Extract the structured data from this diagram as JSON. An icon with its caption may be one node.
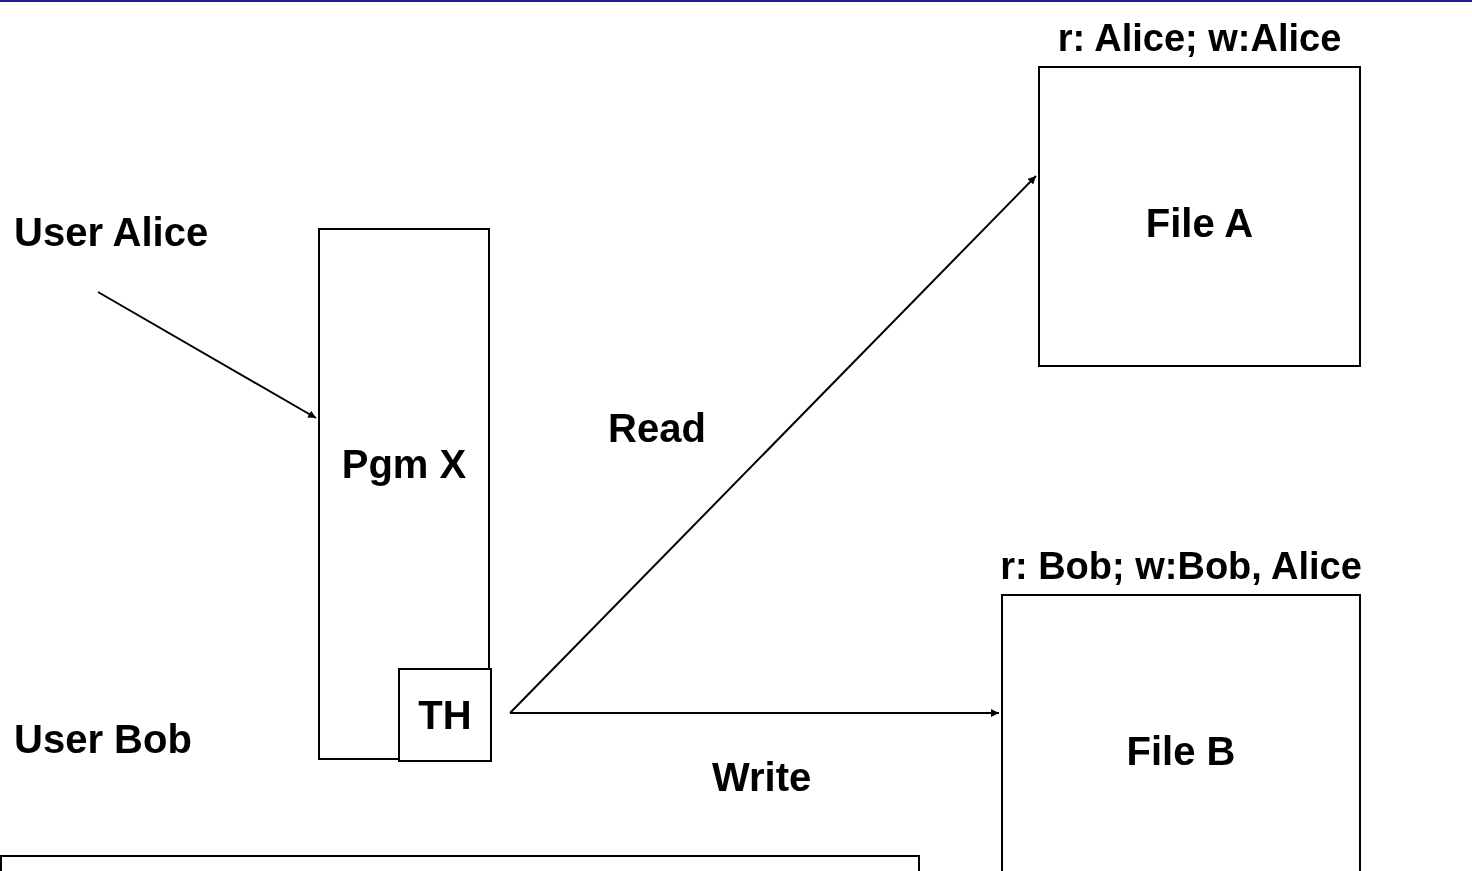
{
  "diagram": {
    "nodes": [
      {
        "text": [
          "User Alice"
        ]
      },
      {
        "text": [
          "User Bob"
        ]
      },
      {
        "text": [
          "Pgm X"
        ]
      },
      {
        "text": [
          "TH"
        ],
        "in": 2
      },
      {
        "text": [
          "r: Alice; w:Alice",
          "File A"
        ]
      },
      {
        "text": [
          "r: Bob; w:Bob, Alice",
          "File B"
        ]
      },
      {
        "text": [],
        "shape": "box"
      }
    ],
    "edges": [
      {
        "from": 0,
        "to": 2,
        "arrow": "to"
      },
      {
        "from": 3,
        "to": 4,
        "arrow": "to",
        "label": "Read"
      },
      {
        "from": 3,
        "to": 5,
        "arrow": "to",
        "label": "Write"
      }
    ]
  }
}
